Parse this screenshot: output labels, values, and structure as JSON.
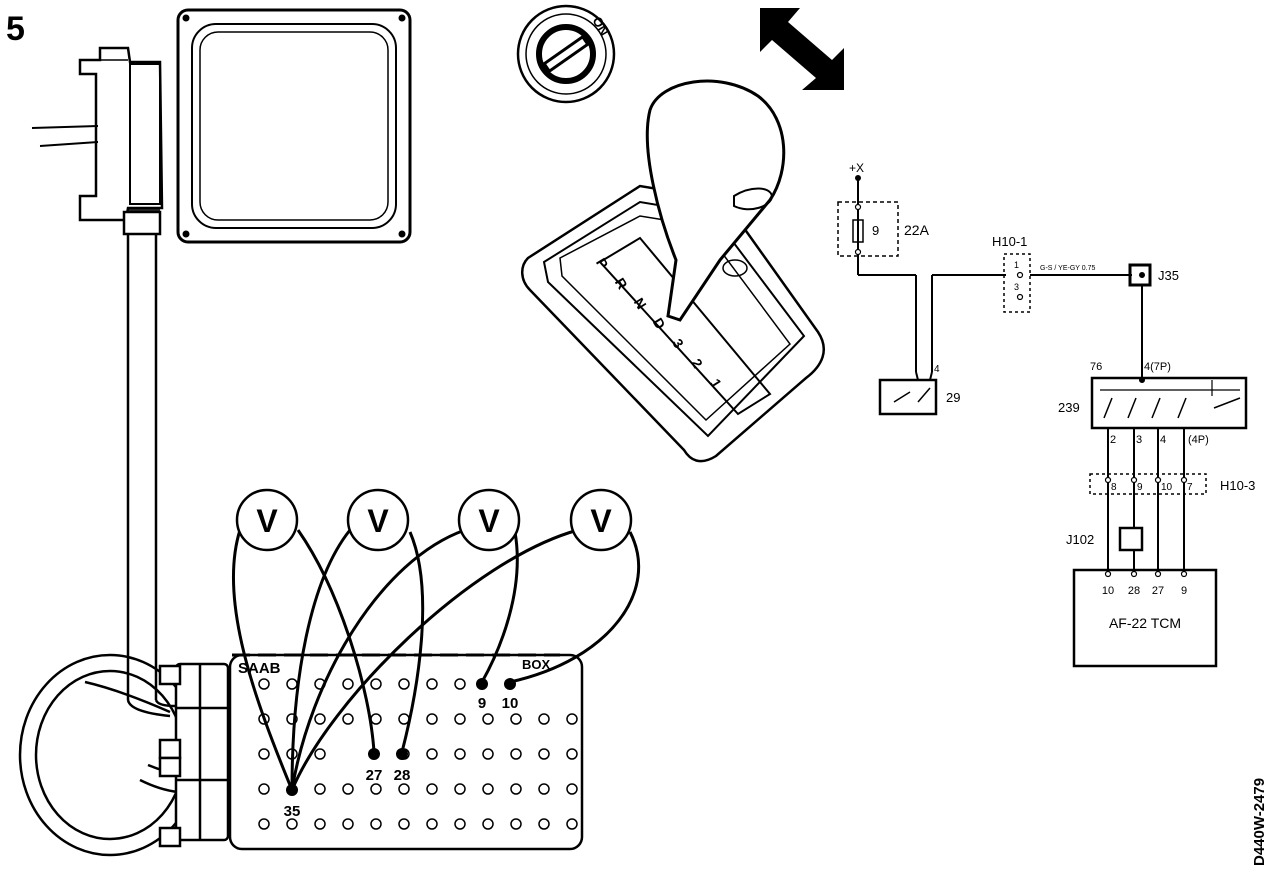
{
  "figure": {
    "step_number": "5",
    "reference_code": "D440W-2479",
    "colors": {
      "ink": "#000000",
      "paper": "#ffffff"
    }
  },
  "ignition": {
    "label": "ON"
  },
  "voltmeters": [
    {
      "label": "V"
    },
    {
      "label": "V"
    },
    {
      "label": "V"
    },
    {
      "label": "V"
    }
  ],
  "breakout_box": {
    "brand_label": "SAAB",
    "side_label": "BOX",
    "pins": [
      "35",
      "27",
      "28",
      "9",
      "10"
    ]
  },
  "gear_selector": {
    "positions": [
      "P",
      "R",
      "N",
      "D",
      "3",
      "2",
      "1"
    ]
  },
  "schematic": {
    "supply_label": "+X",
    "fuse_number": "9",
    "fuse_label": "22A",
    "connector_h10_1": {
      "label": "H10-1",
      "pin_top": "1",
      "pin_bottom": "3"
    },
    "wire_label": "G-S / YE-GY 0.75",
    "junction_j35": "J35",
    "switch_29": {
      "label": "29",
      "pin": "4"
    },
    "switch_239": {
      "label": "239",
      "top_left": "76",
      "top_pin": "4(7P)",
      "bottom_pins": [
        "2",
        "3",
        "4",
        "(4P)"
      ]
    },
    "connector_h10_3": {
      "label": "H10-3",
      "pins": [
        "8",
        "9",
        "10",
        "7"
      ]
    },
    "junction_j102": "J102",
    "tcm": {
      "label": "AF-22 TCM",
      "pins": [
        "10",
        "28",
        "27",
        "9"
      ]
    }
  }
}
